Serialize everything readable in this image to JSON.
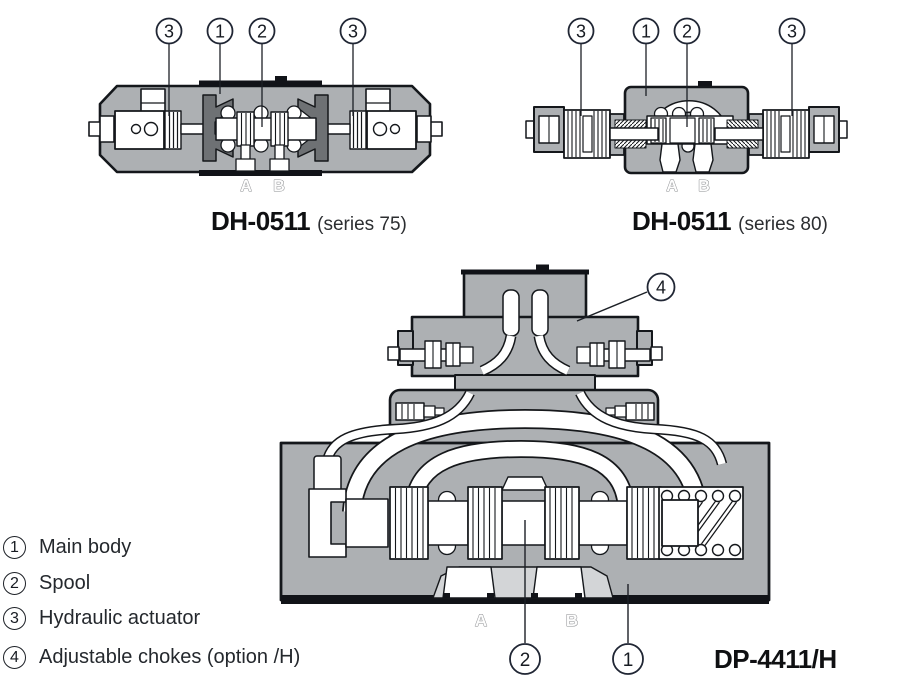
{
  "colors": {
    "body_gray": "#ADB0B3",
    "dark_gray": "#6E7174",
    "light_gray": "#D3D5D7",
    "outline": "#14171B",
    "callout_ring": "#202634"
  },
  "diagrams": {
    "dh75": {
      "title": "DH-0511",
      "subtitle": "(series 75)",
      "port_a": "A",
      "port_b": "B",
      "callouts": [
        "3",
        "1",
        "2",
        "3"
      ]
    },
    "dh80": {
      "title": "DH-0511",
      "subtitle": "(series 80)",
      "port_a": "A",
      "port_b": "B",
      "callouts": [
        "3",
        "1",
        "2",
        "3"
      ]
    },
    "dp": {
      "title": "DP-4411/H",
      "port_a": "A",
      "port_b": "B",
      "callout_chokes": "4",
      "callout_spool": "2",
      "callout_body": "1"
    }
  },
  "legend": {
    "items": [
      {
        "number": "1",
        "label": "Main body"
      },
      {
        "number": "2",
        "label": "Spool"
      },
      {
        "number": "3",
        "label": "Hydraulic actuator"
      },
      {
        "number": "4",
        "label": "Adjustable chokes (option /H)"
      }
    ]
  }
}
